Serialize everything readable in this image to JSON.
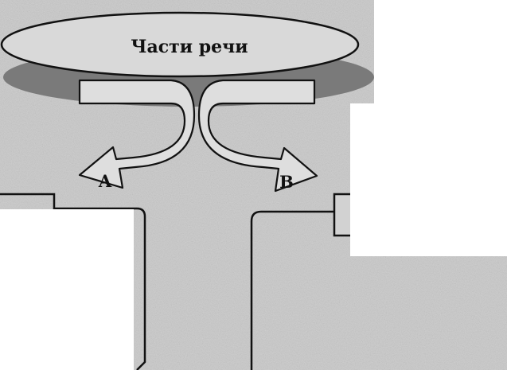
{
  "title": "Части речи",
  "branches": [
    {
      "label": "А"
    },
    {
      "label": "В"
    }
  ],
  "colors": {
    "page": "#cfcfcf",
    "ellipse": "#d7d7d7",
    "shadow": "#7a7a7a",
    "arrow_fill": "#dcdcdc",
    "stroke": "#111111",
    "blank": "#ffffff"
  }
}
